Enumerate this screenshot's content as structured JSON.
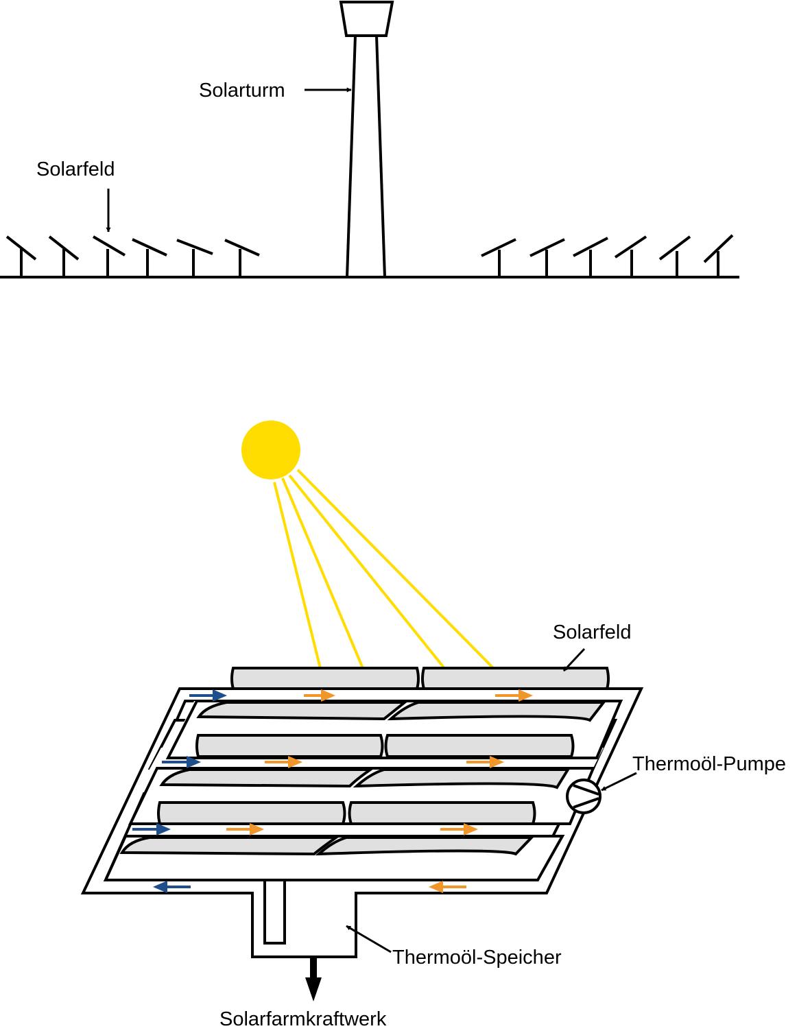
{
  "labels": {
    "solarturm": "Solarturm",
    "solarfeld_top": "Solarfeld",
    "solarfeld_bottom": "Solarfeld",
    "pumpe": "Thermoöl-Pumpe",
    "speicher": "Thermoöl-Speicher",
    "kraftwerk": "Solarfarmkraftwerk"
  },
  "colors": {
    "line": "#000000",
    "sun": "#FFDD00",
    "cold_flow": "#1F4E8C",
    "hot_flow": "#F0962B",
    "collector_fill": "#E0E0E0"
  },
  "icons": {
    "sun": "sun-icon",
    "pump": "pump-icon",
    "heliostat": "heliostat-icon"
  }
}
